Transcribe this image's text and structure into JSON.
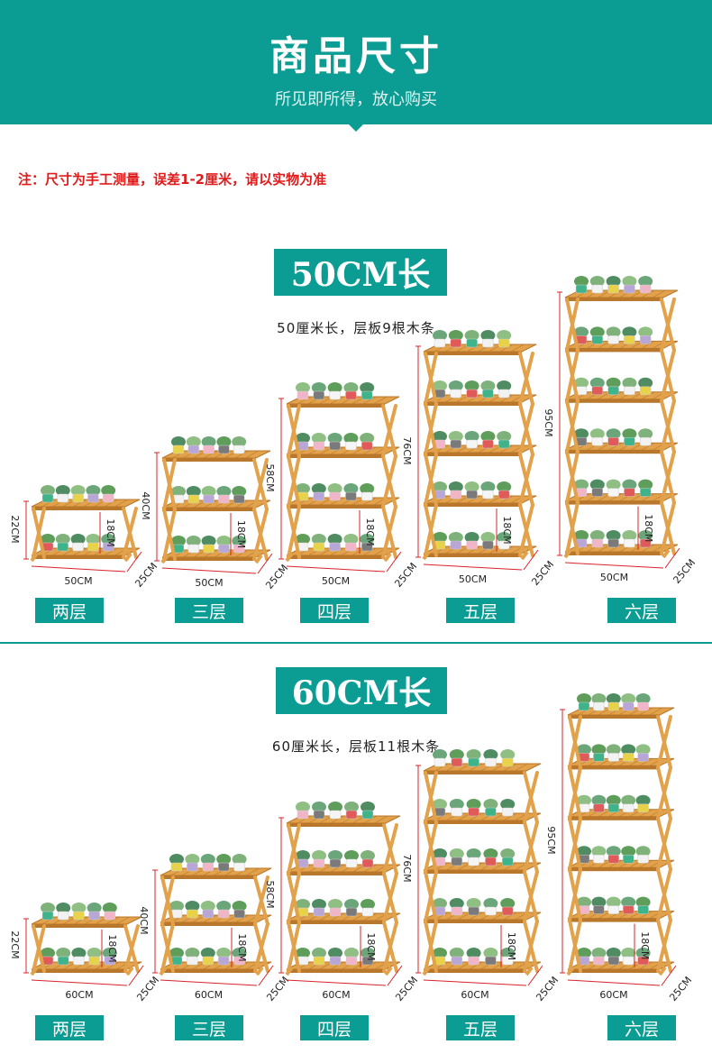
{
  "header": {
    "title": "商品尺寸",
    "subtitle": "所见即所得，放心购买"
  },
  "note": "注：尺寸为手工测量，误差1-2厘米，请以实物为准",
  "sections": [
    {
      "badge": "50CM长",
      "desc": "50厘米长，层板9根木条",
      "tiers": [
        {
          "label": "两层",
          "width": "50CM",
          "depth": "25CM",
          "height": "22CM",
          "spacing": "18CM",
          "levels": 2
        },
        {
          "label": "三层",
          "width": "50CM",
          "depth": "25CM",
          "height": "40CM",
          "spacing": "18CM",
          "levels": 3
        },
        {
          "label": "四层",
          "width": "50CM",
          "depth": "25CM",
          "height": "58CM",
          "spacing": "18CM",
          "levels": 4
        },
        {
          "label": "五层",
          "width": "50CM",
          "depth": "25CM",
          "height": "76CM",
          "spacing": "18CM",
          "levels": 5
        },
        {
          "label": "六层",
          "width": "50CM",
          "depth": "25CM",
          "height": "95CM",
          "spacing": "18CM",
          "levels": 6
        }
      ]
    },
    {
      "badge": "60CM长",
      "desc": "60厘米长，层板11根木条",
      "tiers": [
        {
          "label": "两层",
          "width": "60CM",
          "depth": "25CM",
          "height": "22CM",
          "spacing": "18CM",
          "levels": 2
        },
        {
          "label": "三层",
          "width": "60CM",
          "depth": "25CM",
          "height": "40CM",
          "spacing": "18CM",
          "levels": 3
        },
        {
          "label": "四层",
          "width": "60CM",
          "depth": "25CM",
          "height": "58CM",
          "spacing": "18CM",
          "levels": 4
        },
        {
          "label": "五层",
          "width": "60CM",
          "depth": "25CM",
          "height": "76CM",
          "spacing": "18CM",
          "levels": 5
        },
        {
          "label": "六层",
          "width": "60CM",
          "depth": "25CM",
          "height": "95CM",
          "spacing": "18CM",
          "levels": 6
        }
      ]
    }
  ],
  "colors": {
    "teal": "#0b9d93",
    "wood": "#e2a24b",
    "wood_dark": "#b9772b",
    "dim_red": "#d8232a"
  }
}
